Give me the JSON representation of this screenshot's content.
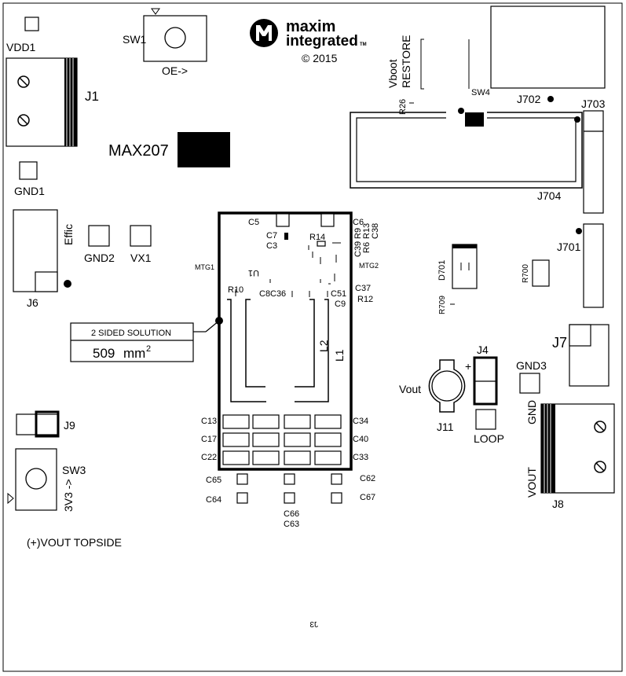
{
  "logo": {
    "text_maxim": "maxim",
    "text_integrated": "integrated",
    "text_tm": "TM",
    "copyright": "© 2015"
  },
  "labels": {
    "vdd1": "VDD1",
    "sw1": "SW1",
    "oe": "OE->",
    "j1": "J1",
    "max207": "MAX207",
    "gnd1": "GND1",
    "effic": "Effic",
    "gnd2": "GND2",
    "vx1": "VX1",
    "j6": "J6",
    "mtg1": "MTG1",
    "mtg2": "MTG2",
    "sided_solution": "2 SIDED SOLUTION",
    "area_value": "509",
    "area_unit": "mm",
    "area_exp": "2",
    "c5": "C5",
    "c6": "C6",
    "c7": "C7",
    "c3": "C3",
    "r14": "R14",
    "r9": "R9",
    "r13": "R13",
    "c38": "C38",
    "r6": "R6",
    "c39": "C39",
    "u1": "U1",
    "r10": "R10",
    "c8": "C8",
    "c36": "C36",
    "c51": "C51",
    "c9": "C9",
    "c37": "C37",
    "r12": "R12",
    "l2": "L2",
    "l1": "L1",
    "c13": "C13",
    "c17": "C17",
    "c22": "C22",
    "c34": "C34",
    "c40": "C40",
    "c33": "C33",
    "c65": "C65",
    "c64": "C64",
    "c66": "C66",
    "c63": "C63",
    "c62": "C62",
    "c67": "C67",
    "vboot": "Vboot",
    "restore": "RESTORE",
    "r26": "R26",
    "sw4": "SW4",
    "j702": "J702",
    "j703": "J703",
    "j704": "J704",
    "j701": "J701",
    "d701": "D701",
    "r700": "R700",
    "r709": "R709",
    "j7": "J7",
    "j4": "J4",
    "plus": "+",
    "vout": "Vout",
    "j11": "J11",
    "loop": "LOOP",
    "gnd3": "GND3",
    "gnd": "GND",
    "vout_j8": "VOUT",
    "j8": "J8",
    "j9": "J9",
    "sw3": "SW3",
    "v3v3": "3V3 ->",
    "vout_topside": "(+)VOUT TOPSIDE",
    "j3_mirror": "J3"
  }
}
